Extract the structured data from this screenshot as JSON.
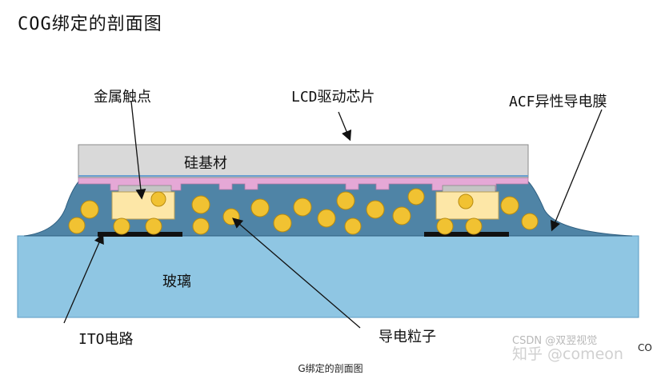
{
  "title": "COG绑定的剖面图",
  "labels": {
    "metal_contact": "金属触点",
    "lcd_chip": "LCD驱动芯片",
    "acf_film": "ACF异性导电膜",
    "silicon_substrate": "硅基材",
    "glass": "玻璃",
    "ito_circuit": "ITO电路",
    "conductive_particle": "导电粒子"
  },
  "watermark": {
    "csdn": "CSDN @双翌视觉",
    "zhihu": "知乎 @comeon",
    "tail": "CO"
  },
  "caption": "G绑定的剖面图",
  "colors": {
    "chip": "#d9d9d9",
    "acf": "#4f84a6",
    "glass": "#8fc6e3",
    "particle": "#f1c232",
    "contact": "#fde7a7",
    "pink_layer": "#e5a8d6"
  }
}
